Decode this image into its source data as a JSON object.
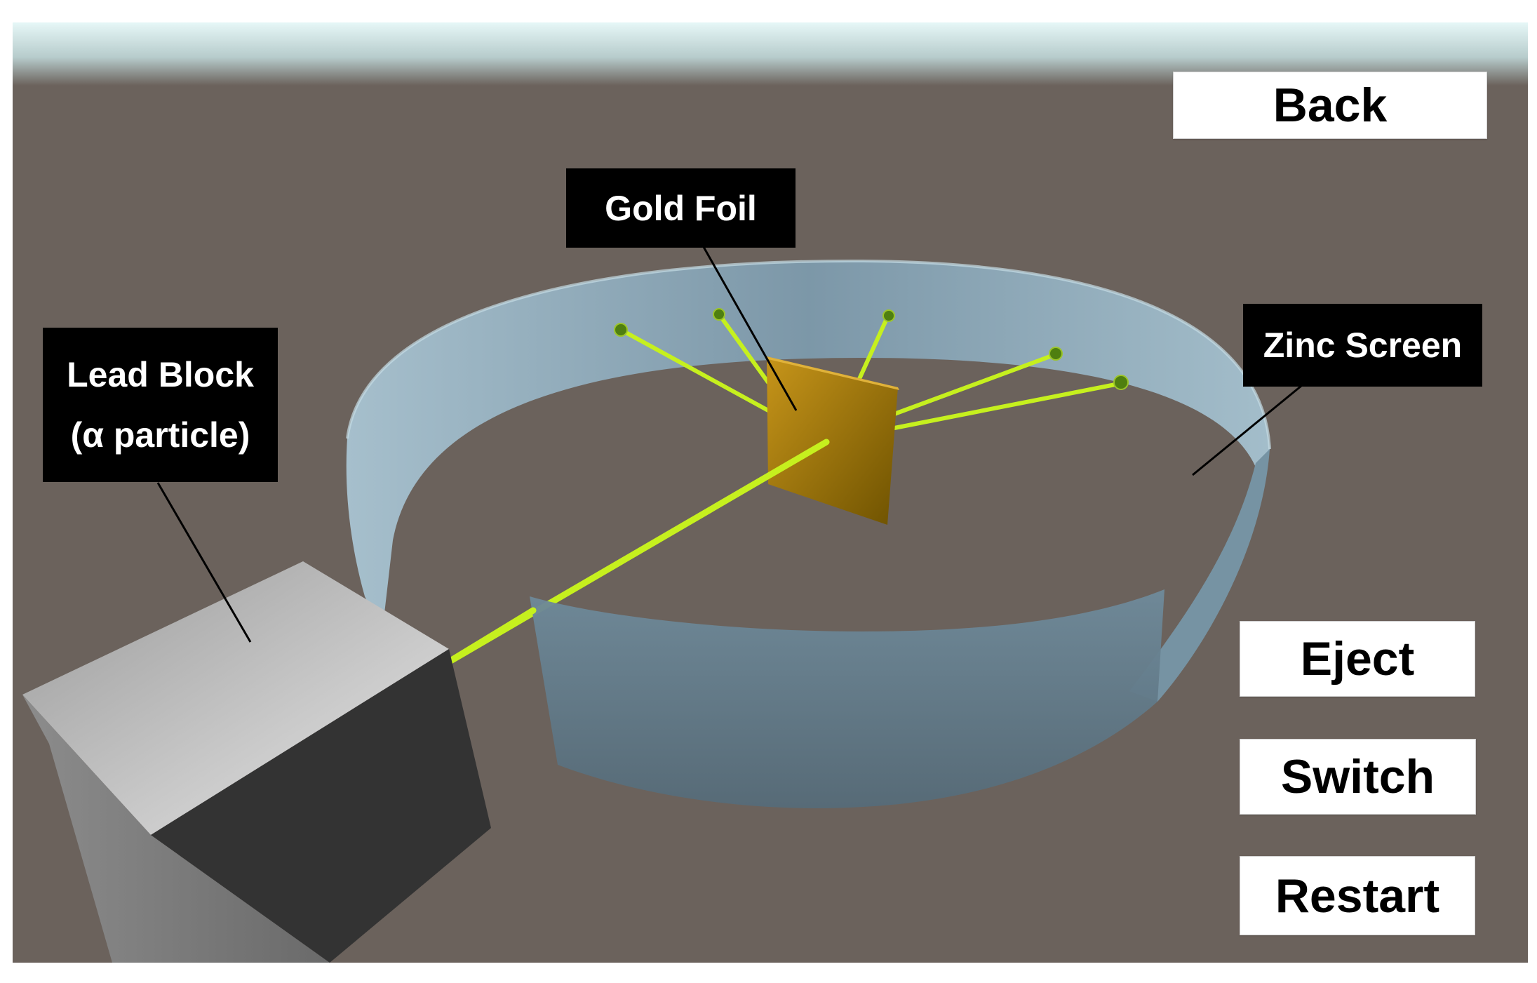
{
  "labels": {
    "gold_foil": "Gold Foil",
    "lead_block_line1": "Lead Block",
    "lead_block_line2": "(α particle)",
    "zinc_screen": "Zinc Screen"
  },
  "buttons": {
    "back": "Back",
    "eject": "Eject",
    "switch": "Switch",
    "restart": "Restart"
  },
  "colors": {
    "sky_top": "#d9f2f2",
    "ground": "#6b625c",
    "beam": "#c6f01e",
    "gold_foil": "#b98a10",
    "zinc_screen": "#8fb4c8",
    "callout_bg": "#000000",
    "button_bg": "#ffffff"
  }
}
